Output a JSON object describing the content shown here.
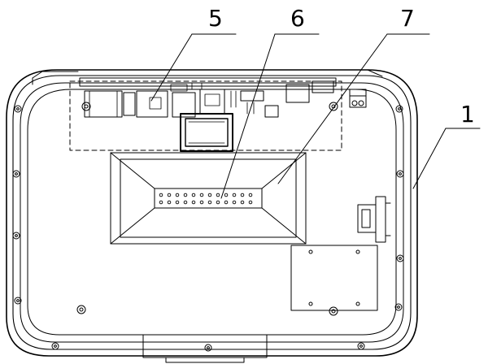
{
  "callouts": [
    {
      "label": "5"
    },
    {
      "label": "6"
    },
    {
      "label": "7"
    },
    {
      "label": "1"
    }
  ]
}
